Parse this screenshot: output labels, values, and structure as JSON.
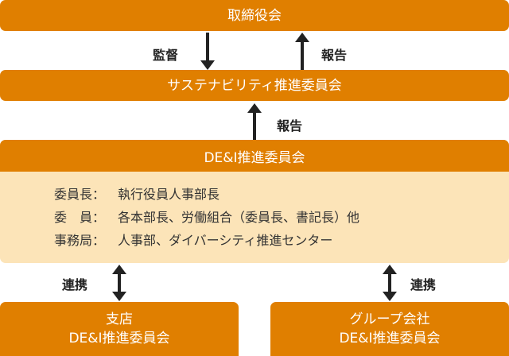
{
  "board": "取締役会",
  "supervision": "監督",
  "report1": "報告",
  "sustainability": "サステナビリティ推進委員会",
  "report2": "報告",
  "dei": {
    "title": "DE&I推進委員会",
    "rows": [
      {
        "k": "委員長：",
        "v": "執行役員人事部長"
      },
      {
        "k": "委　員：",
        "v": "各本部長、労働組合（委員長、書記長）他"
      },
      {
        "k": "事務局：",
        "v": "人事部、ダイバーシティ推進センター"
      }
    ]
  },
  "collab_left": "連携",
  "collab_right": "連携",
  "branch": {
    "line1": "支店",
    "line2": "DE&I推進委員会"
  },
  "group": {
    "line1": "グループ会社",
    "line2": "DE&I推進委員会"
  },
  "colors": {
    "orange": "#e07f00",
    "light": "#fce4b8"
  }
}
